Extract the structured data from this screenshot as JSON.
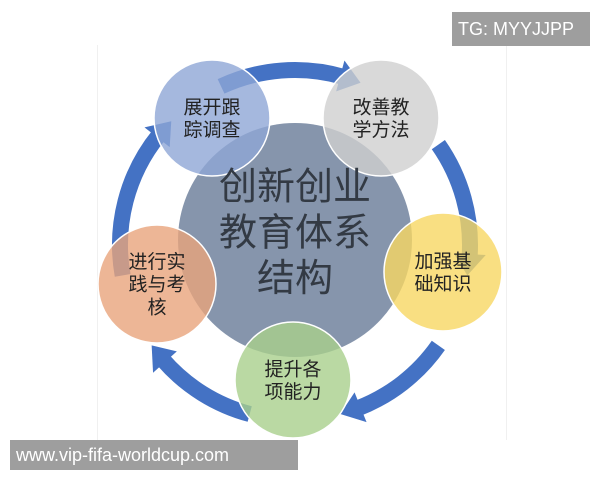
{
  "diagram": {
    "center": {
      "lines": [
        "创新创业",
        "教育体系",
        "结构"
      ],
      "color": "#7f8fa8"
    },
    "nodes": [
      {
        "lines": [
          "展开跟",
          "踪调查"
        ],
        "color": "#8fa6d6"
      },
      {
        "lines": [
          "改善教",
          "学方法"
        ],
        "color": "#cfcfcf"
      },
      {
        "lines": [
          "加强基",
          "础知识"
        ],
        "color": "#f7d763"
      },
      {
        "lines": [
          "提升各",
          "项能力"
        ],
        "color": "#a9cf8c"
      },
      {
        "lines": [
          "进行实",
          "践与考",
          "核"
        ],
        "color": "#e9a47c"
      }
    ],
    "arrow_color": "#4472c4",
    "flow": "clockwise"
  },
  "watermarks": {
    "top": "TG: MYYJJPP",
    "bottom": "www.vip-fifa-worldcup.com"
  }
}
